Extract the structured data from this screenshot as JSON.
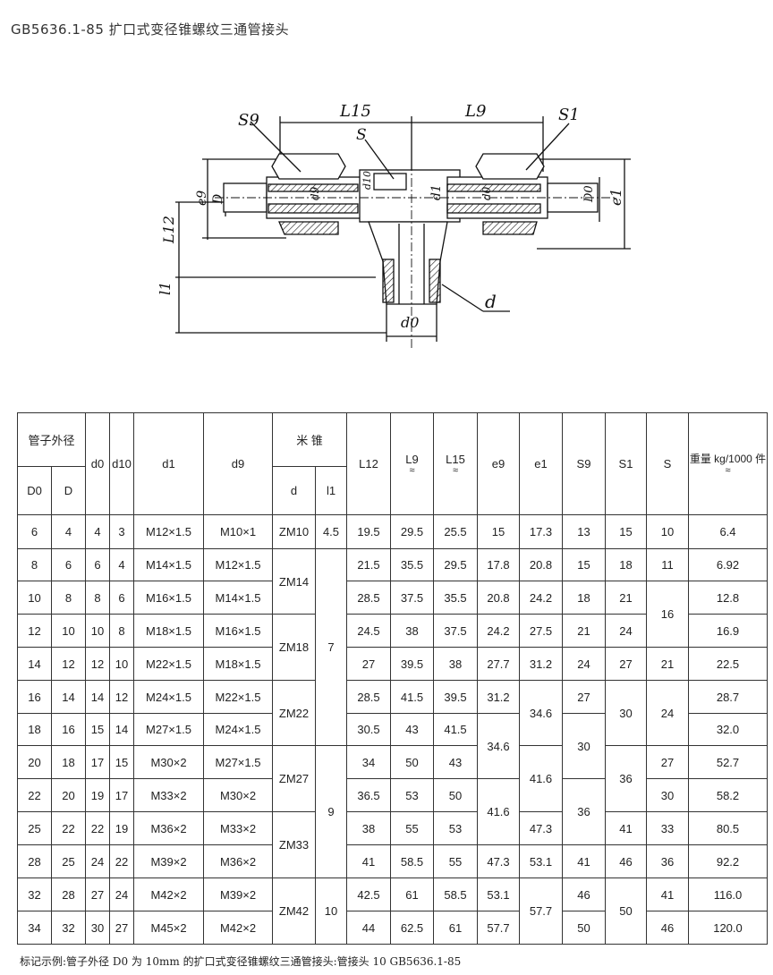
{
  "title": "GB5636.1-85 扩口式变径锥螺纹三通管接头",
  "drawing_labels": {
    "s9": "S9",
    "l15": "L15",
    "l9": "L9",
    "s1": "S1",
    "s": "S",
    "e9": "e9",
    "d_big": "D",
    "d9": "d9",
    "d10": "d10",
    "d1": "d1",
    "d0_inner": "d0",
    "d0_right": "D0",
    "e1": "e1",
    "l12": "L12",
    "l1": "l1",
    "d_thread": "d",
    "d0_bottom": "d0"
  },
  "table": {
    "header": {
      "pipe_od": "管子外径",
      "D0": "D0",
      "D": "D",
      "d0": "d0",
      "d10": "d10",
      "d1": "d1",
      "d9": "d9",
      "thread": "米  锥",
      "thread_d": "d",
      "thread_l1": "l1",
      "L12": "L12",
      "L9": "L9",
      "L15": "L15",
      "approx": "≈",
      "e9": "e9",
      "e1": "e1",
      "S9": "S9",
      "S1": "S1",
      "S": "S",
      "weight": "重量 kg/1000 件",
      "weight_approx": "≈"
    },
    "rows": [
      {
        "D0": "6",
        "D": "4",
        "d0": "4",
        "d10": "3",
        "d1": "M12×1.5",
        "d9": "M10×1",
        "L12": "19.5",
        "L9": "29.5",
        "L15": "25.5",
        "weight": "6.4"
      },
      {
        "D0": "8",
        "D": "6",
        "d0": "6",
        "d10": "4",
        "d1": "M14×1.5",
        "d9": "M12×1.5",
        "L12": "21.5",
        "L9": "35.5",
        "L15": "29.5",
        "weight": "6.92"
      },
      {
        "D0": "10",
        "D": "8",
        "d0": "8",
        "d10": "6",
        "d1": "M16×1.5",
        "d9": "M14×1.5",
        "L12": "28.5",
        "L9": "37.5",
        "L15": "35.5",
        "weight": "12.8"
      },
      {
        "D0": "12",
        "D": "10",
        "d0": "10",
        "d10": "8",
        "d1": "M18×1.5",
        "d9": "M16×1.5",
        "L12": "24.5",
        "L9": "38",
        "L15": "37.5",
        "weight": "16.9"
      },
      {
        "D0": "14",
        "D": "12",
        "d0": "12",
        "d10": "10",
        "d1": "M22×1.5",
        "d9": "M18×1.5",
        "L12": "27",
        "L9": "39.5",
        "L15": "38",
        "weight": "22.5"
      },
      {
        "D0": "16",
        "D": "14",
        "d0": "14",
        "d10": "12",
        "d1": "M24×1.5",
        "d9": "M22×1.5",
        "L12": "28.5",
        "L9": "41.5",
        "L15": "39.5",
        "weight": "28.7"
      },
      {
        "D0": "18",
        "D": "16",
        "d0": "15",
        "d10": "14",
        "d1": "M27×1.5",
        "d9": "M24×1.5",
        "L12": "30.5",
        "L9": "43",
        "L15": "41.5",
        "weight": "32.0"
      },
      {
        "D0": "20",
        "D": "18",
        "d0": "17",
        "d10": "15",
        "d1": "M30×2",
        "d9": "M27×1.5",
        "L12": "34",
        "L9": "50",
        "L15": "43",
        "weight": "52.7"
      },
      {
        "D0": "22",
        "D": "20",
        "d0": "19",
        "d10": "17",
        "d1": "M33×2",
        "d9": "M30×2",
        "L12": "36.5",
        "L9": "53",
        "L15": "50",
        "weight": "58.2"
      },
      {
        "D0": "25",
        "D": "22",
        "d0": "22",
        "d10": "19",
        "d1": "M36×2",
        "d9": "M33×2",
        "L12": "38",
        "L9": "55",
        "L15": "53",
        "weight": "80.5"
      },
      {
        "D0": "28",
        "D": "25",
        "d0": "24",
        "d10": "22",
        "d1": "M39×2",
        "d9": "M36×2",
        "L12": "41",
        "L9": "58.5",
        "L15": "55",
        "weight": "92.2"
      },
      {
        "D0": "32",
        "D": "28",
        "d0": "27",
        "d10": "24",
        "d1": "M42×2",
        "d9": "M39×2",
        "L12": "42.5",
        "L9": "61",
        "L15": "58.5",
        "weight": "116.0"
      },
      {
        "D0": "34",
        "D": "32",
        "d0": "30",
        "d10": "27",
        "d1": "M45×2",
        "d9": "M42×2",
        "L12": "44",
        "L9": "62.5",
        "L15": "61",
        "weight": "120.0"
      }
    ],
    "merged": {
      "thread_d": [
        {
          "row": 0,
          "span": 1,
          "value": "ZM10"
        },
        {
          "row": 1,
          "span": 2,
          "value": "ZM14"
        },
        {
          "row": 3,
          "span": 2,
          "value": "ZM18"
        },
        {
          "row": 5,
          "span": 2,
          "value": "ZM22"
        },
        {
          "row": 7,
          "span": 2,
          "value": "ZM27"
        },
        {
          "row": 9,
          "span": 2,
          "value": "ZM33"
        },
        {
          "row": 11,
          "span": 2,
          "value": "ZM42"
        }
      ],
      "thread_l1": [
        {
          "row": 0,
          "span": 1,
          "value": "4.5"
        },
        {
          "row": 1,
          "span": 6,
          "value": "7"
        },
        {
          "row": 7,
          "span": 4,
          "value": "9"
        },
        {
          "row": 11,
          "span": 2,
          "value": "10"
        }
      ],
      "e9": [
        {
          "row": 0,
          "span": 1,
          "value": "15"
        },
        {
          "row": 1,
          "span": 1,
          "value": "17.8"
        },
        {
          "row": 2,
          "span": 1,
          "value": "20.8"
        },
        {
          "row": 3,
          "span": 1,
          "value": "24.2"
        },
        {
          "row": 4,
          "span": 1,
          "value": "27.7"
        },
        {
          "row": 5,
          "span": 1,
          "value": "31.2"
        },
        {
          "row": 6,
          "span": 2,
          "value": "34.6"
        },
        {
          "row": 8,
          "span": 2,
          "value": "41.6"
        },
        {
          "row": 10,
          "span": 1,
          "value": "47.3"
        },
        {
          "row": 11,
          "span": 1,
          "value": "53.1"
        },
        {
          "row": 12,
          "span": 1,
          "value": "57.7"
        }
      ],
      "e1": [
        {
          "row": 0,
          "span": 1,
          "value": "17.3"
        },
        {
          "row": 1,
          "span": 1,
          "value": "20.8"
        },
        {
          "row": 2,
          "span": 1,
          "value": "24.2"
        },
        {
          "row": 3,
          "span": 1,
          "value": "27.5"
        },
        {
          "row": 4,
          "span": 1,
          "value": "31.2"
        },
        {
          "row": 5,
          "span": 2,
          "value": "34.6"
        },
        {
          "row": 7,
          "span": 2,
          "value": "41.6"
        },
        {
          "row": 9,
          "span": 1,
          "value": "47.3"
        },
        {
          "row": 10,
          "span": 1,
          "value": "53.1"
        },
        {
          "row": 11,
          "span": 2,
          "value": "57.7"
        }
      ],
      "S9": [
        {
          "row": 0,
          "span": 1,
          "value": "13"
        },
        {
          "row": 1,
          "span": 1,
          "value": "15"
        },
        {
          "row": 2,
          "span": 1,
          "value": "18"
        },
        {
          "row": 3,
          "span": 1,
          "value": "21"
        },
        {
          "row": 4,
          "span": 1,
          "value": "24"
        },
        {
          "row": 5,
          "span": 1,
          "value": "27"
        },
        {
          "row": 6,
          "span": 2,
          "value": "30"
        },
        {
          "row": 8,
          "span": 2,
          "value": "36"
        },
        {
          "row": 10,
          "span": 1,
          "value": "41"
        },
        {
          "row": 11,
          "span": 1,
          "value": "46"
        },
        {
          "row": 12,
          "span": 1,
          "value": "50"
        }
      ],
      "S1": [
        {
          "row": 0,
          "span": 1,
          "value": "15"
        },
        {
          "row": 1,
          "span": 1,
          "value": "18"
        },
        {
          "row": 2,
          "span": 1,
          "value": "21"
        },
        {
          "row": 3,
          "span": 1,
          "value": "24"
        },
        {
          "row": 4,
          "span": 1,
          "value": "27"
        },
        {
          "row": 5,
          "span": 2,
          "value": "30"
        },
        {
          "row": 7,
          "span": 2,
          "value": "36"
        },
        {
          "row": 9,
          "span": 1,
          "value": "41"
        },
        {
          "row": 10,
          "span": 1,
          "value": "46"
        },
        {
          "row": 11,
          "span": 2,
          "value": "50"
        }
      ],
      "S": [
        {
          "row": 0,
          "span": 1,
          "value": "10"
        },
        {
          "row": 1,
          "span": 1,
          "value": "11"
        },
        {
          "row": 2,
          "span": 2,
          "value": "16"
        },
        {
          "row": 4,
          "span": 1,
          "value": "21"
        },
        {
          "row": 5,
          "span": 2,
          "value": "24"
        },
        {
          "row": 7,
          "span": 1,
          "value": "27"
        },
        {
          "row": 8,
          "span": 1,
          "value": "30"
        },
        {
          "row": 9,
          "span": 1,
          "value": "33"
        },
        {
          "row": 10,
          "span": 1,
          "value": "36"
        },
        {
          "row": 11,
          "span": 1,
          "value": "41"
        },
        {
          "row": 12,
          "span": 1,
          "value": "46"
        }
      ]
    }
  },
  "footnote": "标记示例:管子外径 D0 为 10mm 的扩口式变径锥螺纹三通管接头:管接头 10  GB5636.1-85"
}
